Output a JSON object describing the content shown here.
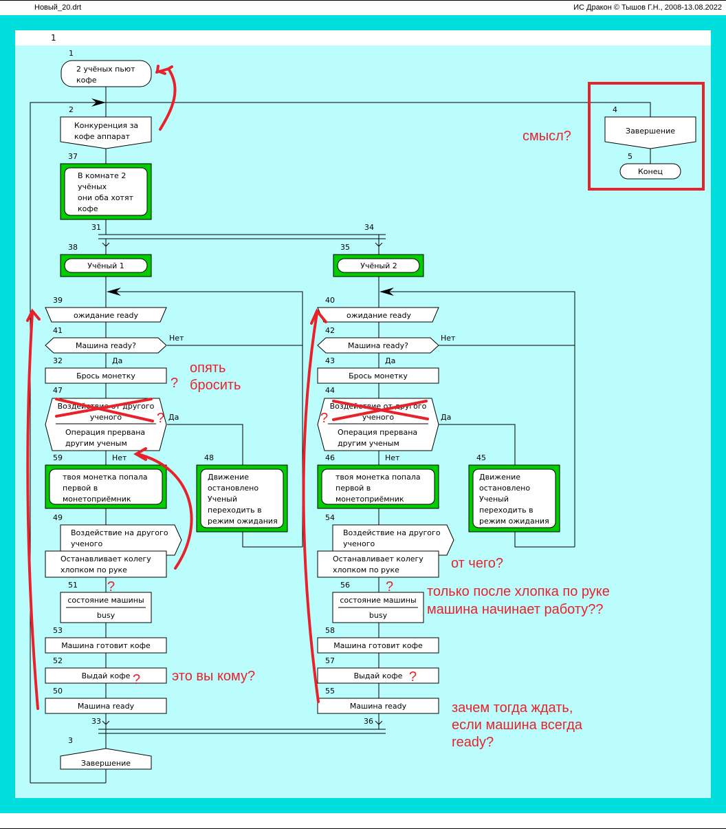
{
  "window": {
    "file_name": "Новый_20.drt",
    "copyright": "ИС Дракон © Тышов Г.Н., 2008-13.08.2022"
  },
  "sheet": {
    "number": "1"
  },
  "colors": {
    "frame": "#00dddd",
    "background": "#bbfdfd",
    "highlight_green": "#00cc00",
    "annotation_red": "#e8222a"
  },
  "nodes": {
    "n1": {
      "num": "1",
      "lines": [
        "2 учёных пьют",
        "кофе"
      ]
    },
    "n2": {
      "num": "2",
      "lines": [
        "Конкуренция за",
        "кофе аппарат"
      ]
    },
    "n37": {
      "num": "37",
      "lines": [
        "В комнате 2",
        "учёных",
        "они оба хотят",
        "кофе"
      ]
    },
    "n31": {
      "num": "31"
    },
    "n34": {
      "num": "34"
    },
    "n4": {
      "num": "4",
      "text": "Завершение"
    },
    "n5": {
      "num": "5",
      "text": "Конец"
    },
    "n38": {
      "num": "38",
      "text": "Учёный 1"
    },
    "n35": {
      "num": "35",
      "text": "Учёный 2"
    },
    "n39": {
      "num": "39",
      "text": "ожидание ready"
    },
    "n40": {
      "num": "40",
      "text": "ожидание ready"
    },
    "n41": {
      "num": "41",
      "text": "Машина ready?",
      "no": "Нет",
      "yes": "Да"
    },
    "n42": {
      "num": "42",
      "text": "Машина ready?",
      "no": "Нет",
      "yes": "Да"
    },
    "n32": {
      "num": "32",
      "text": "Брось монетку"
    },
    "n43": {
      "num": "43",
      "text": "Брось монетку"
    },
    "n47": {
      "num": "47",
      "top": [
        "Воздействие от другого",
        "ученого"
      ],
      "bottom": [
        "Операция прервана",
        "другим ученым"
      ],
      "yes": "Да",
      "no": "Нет"
    },
    "n44": {
      "num": "44",
      "top": [
        "Воздействие от другого",
        "ученого"
      ],
      "bottom": [
        "Операция прервана",
        "другим ученым"
      ],
      "yes": "Да",
      "no": "Нет"
    },
    "n59": {
      "num": "59",
      "lines": [
        "твоя монетка попала",
        "первой в",
        "монетоприёмник"
      ]
    },
    "n46": {
      "num": "46",
      "lines": [
        "твоя монетка попала",
        "первой в",
        "монетоприёмник"
      ]
    },
    "n48": {
      "num": "48",
      "lines": [
        "Движение",
        "остановлено",
        "Ученый",
        "переходить в",
        "режим ожидания"
      ]
    },
    "n45": {
      "num": "45",
      "lines": [
        "Движение",
        "остановлено",
        "Ученый",
        "переходить в",
        "режим ожидания"
      ]
    },
    "n49": {
      "num": "49",
      "lines": [
        "Воздействие на другого",
        "ученого"
      ],
      "action": [
        "Останавливает колегу",
        "хлопком по руке"
      ]
    },
    "n54": {
      "num": "54",
      "lines": [
        "Воздействие на другого",
        "ученого"
      ],
      "action": [
        "Останавливает колегу",
        "хлопком по руке"
      ]
    },
    "n51": {
      "num": "51",
      "name": "состояние машины",
      "value": "busy"
    },
    "n56": {
      "num": "56",
      "name": "состояние машины",
      "value": "busy"
    },
    "n53": {
      "num": "53",
      "text": "Машина готовит кофе"
    },
    "n58": {
      "num": "58",
      "text": "Машина готовит кофе"
    },
    "n52": {
      "num": "52",
      "text": "Выдай кофе"
    },
    "n57": {
      "num": "57",
      "text": "Выдай кофе"
    },
    "n50": {
      "num": "50",
      "text": "Машина ready"
    },
    "n55": {
      "num": "55",
      "text": "Машина ready"
    },
    "n33": {
      "num": "33"
    },
    "n36": {
      "num": "36"
    },
    "n3": {
      "num": "3",
      "text": "Завершение"
    }
  },
  "annotations": {
    "meaning": "смысл?",
    "again_line1": "опять",
    "again_line2": "бросить",
    "from_what": "от чего?",
    "after_clap_line1": "только после хлопка по руке",
    "after_clap_line2": "машина начинает работу??",
    "to_whom": "это вы кому?",
    "why_wait_line1": "зачем тогда ждать,",
    "why_wait_line2": "если машина всегда",
    "why_wait_line3": "ready?",
    "question_mark": "?"
  }
}
